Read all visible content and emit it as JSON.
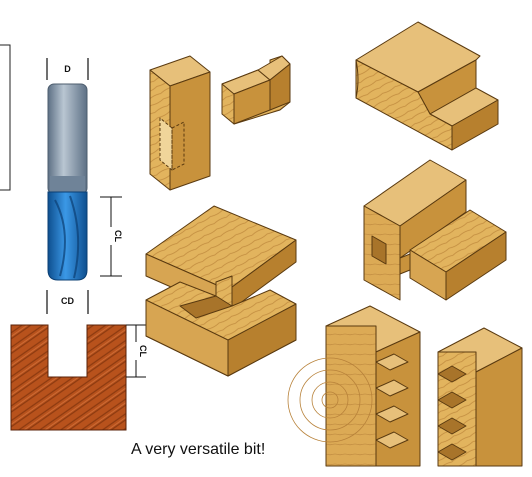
{
  "labels": {
    "diameter": "D",
    "cutting_length": "CL",
    "cutting_diameter": "CD",
    "groove_depth": "CL"
  },
  "caption": "A very versatile bit!",
  "colors": {
    "wood_face": "#e2b45e",
    "wood_side": "#c8923c",
    "wood_dark": "#a8742a",
    "wood_grain": "#b07a2c",
    "bit_shank": "#7f93a6",
    "bit_flute": "#1f78c8",
    "cherry_wood": "#b8521c"
  }
}
